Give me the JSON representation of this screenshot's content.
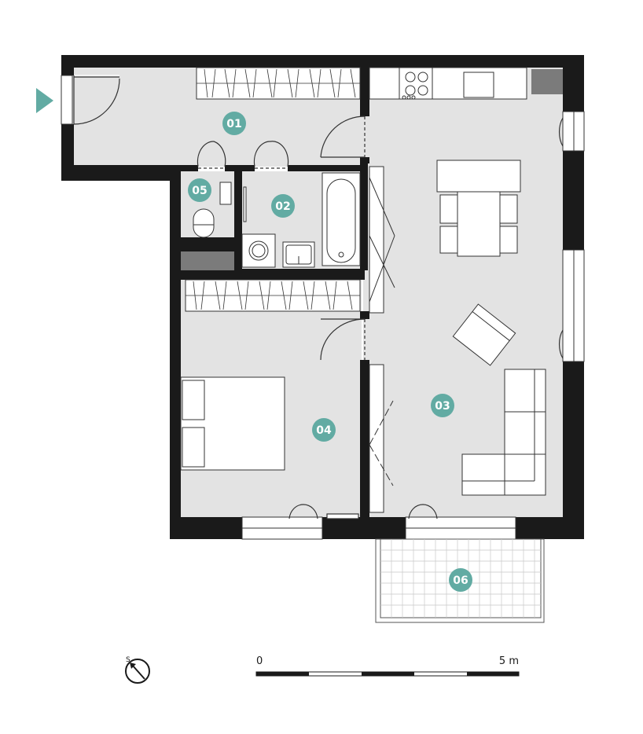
{
  "plan": {
    "rooms": [
      {
        "id": "room-01",
        "label": "01"
      },
      {
        "id": "room-02",
        "label": "02"
      },
      {
        "id": "room-03",
        "label": "03"
      },
      {
        "id": "room-04",
        "label": "04"
      },
      {
        "id": "room-05",
        "label": "05"
      },
      {
        "id": "room-06",
        "label": "06"
      }
    ]
  },
  "scale": {
    "start_label": "0",
    "end_label": "5 m"
  },
  "compass": {
    "north_label": "S"
  },
  "colors": {
    "wall": "#1a1a1a",
    "floor": "#e3e3e3",
    "accent": "#62aba3",
    "storage": "#7b7b7b"
  },
  "icons": [
    "entrance-arrow-icon",
    "compass-icon"
  ]
}
